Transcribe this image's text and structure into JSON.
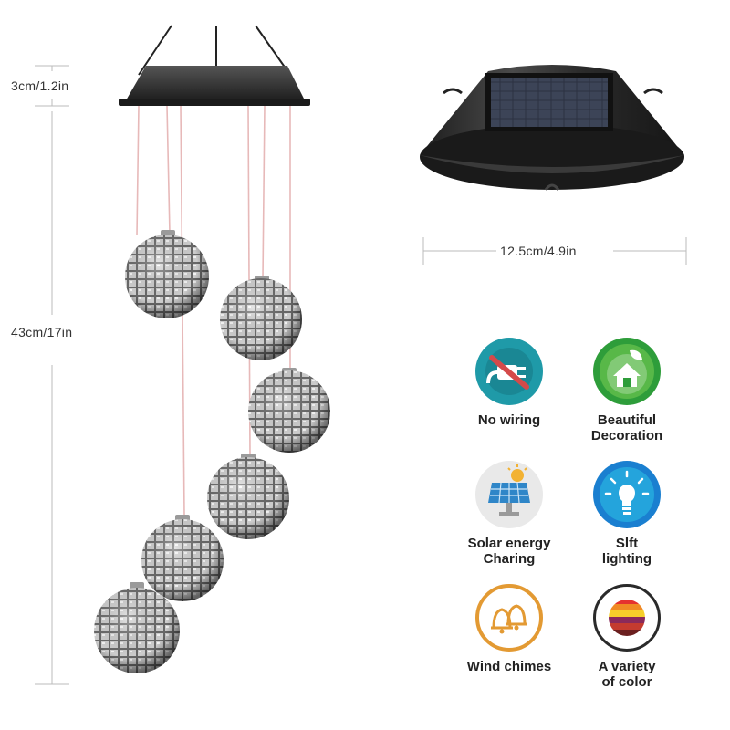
{
  "dimensions": {
    "top_height": "3cm/1.2in",
    "total_height": "43cm/17in",
    "diameter": "12.5cm/4.9in"
  },
  "features": [
    {
      "label": "No wiring",
      "icon": "no-plug-icon",
      "color": "#1f9aa8"
    },
    {
      "label": "Beautiful\nDecoration",
      "icon": "eco-house-icon",
      "color": "#2e9d3a"
    },
    {
      "label": "Solar energy\nCharing",
      "icon": "solar-panel-icon",
      "color": "#e9e9e9"
    },
    {
      "label": "Slft\nlighting",
      "icon": "lightbulb-icon",
      "color": "#1a7fd0"
    },
    {
      "label": "Wind chimes",
      "icon": "bells-icon",
      "color": "#e39a33"
    },
    {
      "label": "A variety\nof color",
      "icon": "color-sphere-icon",
      "color": "#ffffff"
    }
  ]
}
